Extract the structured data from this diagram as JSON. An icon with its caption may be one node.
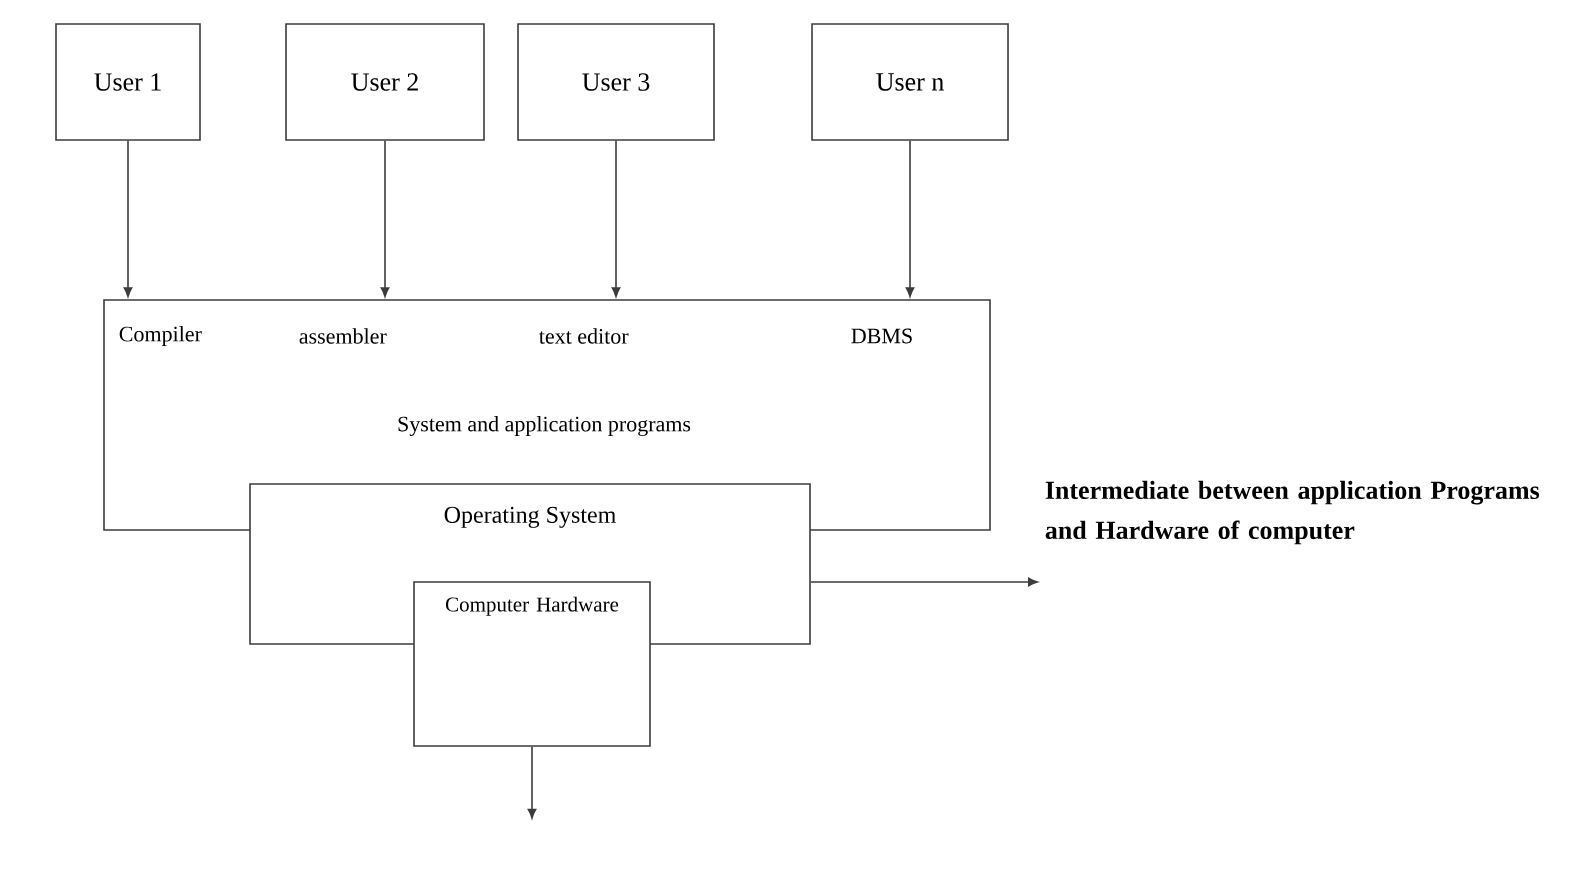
{
  "diagram": {
    "nodes": [
      {
        "text": [
          "User 1"
        ]
      },
      {
        "text": [
          "User 2"
        ]
      },
      {
        "text": [
          "User 3"
        ]
      },
      {
        "text": [
          "User n"
        ]
      },
      {
        "text": [
          "Compiler",
          "assembler",
          "text editor",
          "DBMS",
          "System and application programs"
        ]
      },
      {
        "text": [
          "Operating System"
        ]
      },
      {
        "text": [
          "Computer Hardware"
        ]
      },
      {
        "text": [
          "Intermediate between application Programs and Hardware of computer"
        ]
      }
    ],
    "edges": [
      {
        "from": 0,
        "to": 4,
        "arrow": "to"
      },
      {
        "from": 1,
        "to": 4,
        "arrow": "to"
      },
      {
        "from": 2,
        "to": 4,
        "arrow": "to"
      },
      {
        "from": 3,
        "to": 4,
        "arrow": "to"
      },
      {
        "from": 5,
        "to": 7,
        "arrow": "to"
      },
      {
        "from": 6,
        "to": null,
        "arrow": "to"
      }
    ]
  }
}
